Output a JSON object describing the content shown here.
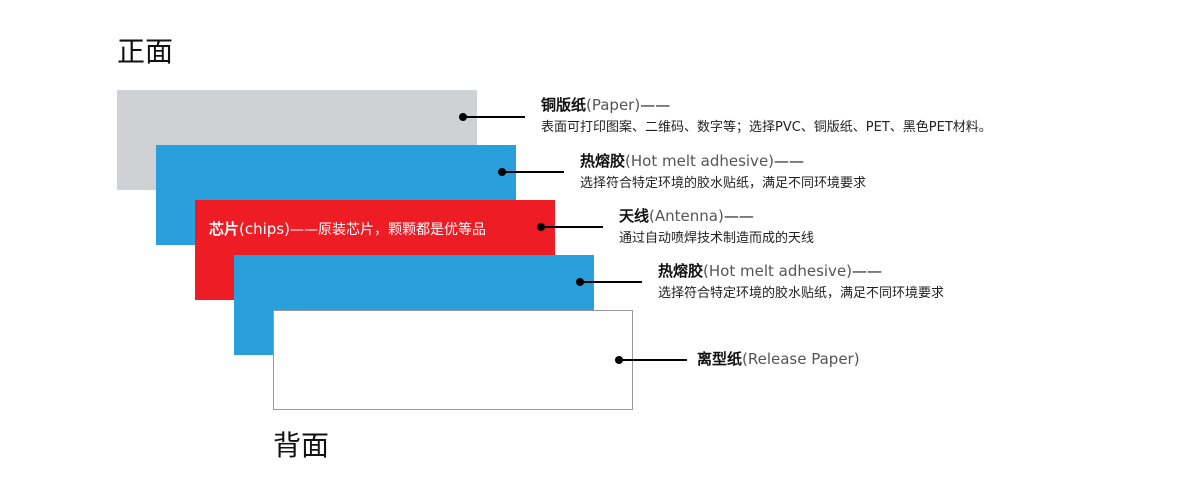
{
  "labels": {
    "front": "正面",
    "back": "背面"
  },
  "colors": {
    "paper": "#d0d1d4",
    "hot_melt": "#299fdb",
    "chip": "#ee1c25",
    "release": "#ffffff"
  },
  "layers": [
    {
      "id": "paper",
      "name_zh": "铜版纸",
      "name_en": "(Paper)",
      "dash": "——",
      "description": "表面可打印图案、二维码、数字等；选择PVC、铜版纸、PET、黑色PET材料。"
    },
    {
      "id": "hot-melt-1",
      "name_zh": "热熔胶",
      "name_en": "(Hot melt adhesive)",
      "dash": "——",
      "description": "选择符合特定环境的胶水贴纸，满足不同环境要求"
    },
    {
      "id": "chip",
      "name_zh": "芯片",
      "name_en": "(chips)",
      "dash": "——",
      "description": "原装芯片，颗颗都是优等品"
    },
    {
      "id": "antenna",
      "name_zh": "天线",
      "name_en": "(Antenna)",
      "dash": "——",
      "description": "通过自动喷焊技术制造而成的天线"
    },
    {
      "id": "hot-melt-2",
      "name_zh": "热熔胶",
      "name_en": "(Hot melt adhesive)",
      "dash": "——",
      "description": "选择符合特定环境的胶水贴纸，满足不同环境要求"
    },
    {
      "id": "release",
      "name_zh": "离型纸",
      "name_en": "(Release Paper)",
      "dash": "",
      "description": ""
    }
  ]
}
